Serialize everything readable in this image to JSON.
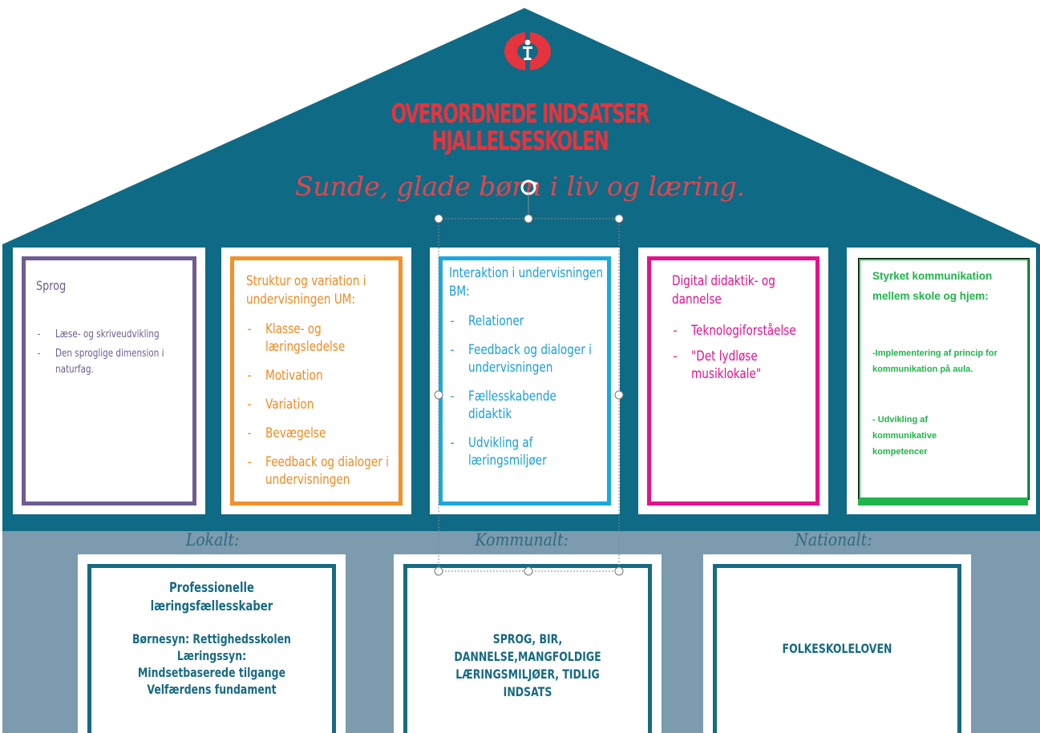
{
  "colors": {
    "roof": "#0f6a85",
    "band": "#7c9bae",
    "title": "#e5343d",
    "sprog": "#6f5c91",
    "struktur": "#f39129",
    "interaktion": "#1aa8e0",
    "digital": "#e4118f",
    "kommunikation": "#1fb54a",
    "bottom": "#176a82"
  },
  "logo": {
    "icon": "school-logo-icon"
  },
  "header": {
    "title_line1": "OVERORDNEDE INDSATSER",
    "title_line2": "HJALLELSESKOLEN",
    "motto": "Sunde, glade børn i liv og læring."
  },
  "pillars": {
    "sprog": {
      "heading": "Sprog",
      "items": [
        "Læse- og skriveudvikling",
        "Den sproglige dimension i naturfag."
      ]
    },
    "struktur": {
      "heading": "Struktur og variation i undervisningen UM:",
      "items": [
        "Klasse- og læringsledelse",
        "Motivation",
        "Variation",
        "Bevægelse",
        "Feedback og dialoger i undervisningen"
      ]
    },
    "interaktion": {
      "heading": "Interaktion i undervisningen BM:",
      "items": [
        "Relationer",
        "Feedback og dialoger i undervisningen",
        "Fællesskabende didaktik",
        "Udvikling af læringsmiljøer"
      ]
    },
    "digital": {
      "heading": "Digital didaktik- og dannelse",
      "items": [
        "Teknologiforståelse",
        "\"Det lydløse musiklokale\""
      ]
    },
    "kommunikation": {
      "heading": "Styrket kommunikation mellem skole og hjem:",
      "item1": "-Implementering af princip for kommunikation på aula.",
      "item2": "- Udvikling af kommunikative kompetencer"
    }
  },
  "levels": {
    "lokalt": {
      "label": "Lokalt:",
      "line1": "Professionelle læringsfællesskaber",
      "line2": "Børnesyn: Rettighedsskolen",
      "line3": "Læringssyn: Mindsetbaserede tilgange",
      "line4": "Velfærdens fundament"
    },
    "kommunalt": {
      "label": "Kommunalt:",
      "text": "SPROG, BIR, DANNELSE,MANGFOLDIGE LÆRINGSMILJØER, TIDLIG INDSATS"
    },
    "nationalt": {
      "label": "Nationalt:",
      "text": "FOLKESKOLELOVEN"
    }
  }
}
